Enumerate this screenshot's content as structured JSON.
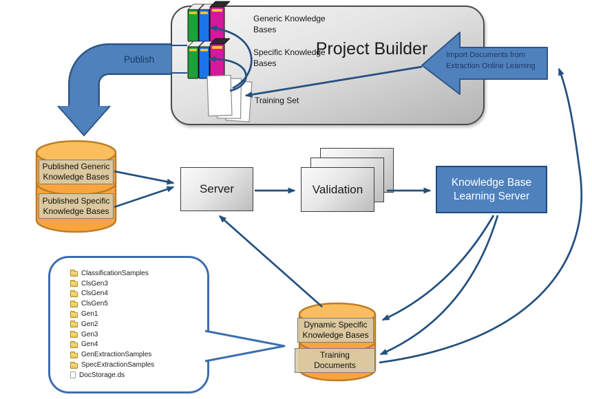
{
  "project_builder": {
    "title": "Project Builder",
    "generic_kb_label": "Generic Knowledge Bases",
    "specific_kb_label": "Specific Knowledge Bases",
    "training_set_label": "Training Set"
  },
  "arrows": {
    "publish": "Publish",
    "import": "Import Documents from Extraction Online Learning"
  },
  "published_db": {
    "generic": "Published Generic Knowledge Bases",
    "specific": "Published Specific Knowledge Bases"
  },
  "pipeline": {
    "server": "Server",
    "validation": "Validation",
    "kb_learning_server": "Knowledge Base Learning Server"
  },
  "dynamic_db": {
    "specific": "Dynamic Specific Knowledge Bases",
    "training": "Training Documents"
  },
  "file_browser": {
    "items": [
      {
        "label": "ClassificationSamples",
        "icon": "folder-icon"
      },
      {
        "label": "ClsGen3",
        "icon": "folder-icon"
      },
      {
        "label": "ClsGen4",
        "icon": "folder-icon"
      },
      {
        "label": "ClsGen5",
        "icon": "folder-icon"
      },
      {
        "label": "Gen1",
        "icon": "folder-icon"
      },
      {
        "label": "Gen2",
        "icon": "folder-icon"
      },
      {
        "label": "Gen3",
        "icon": "folder-icon"
      },
      {
        "label": "Gen4",
        "icon": "folder-icon"
      },
      {
        "label": "GenExtractionSamples",
        "icon": "folder-icon"
      },
      {
        "label": "SpecExtractionSamples",
        "icon": "folder-icon"
      },
      {
        "label": "DocStorage.ds",
        "icon": "file-icon"
      }
    ]
  },
  "colors": {
    "arrow_fill": "#4F81BD",
    "connector": "#24507E",
    "cylinder_body": "#F9A53E",
    "cylinder_top": "#FBBE5F",
    "cylinder_border": "#BE7D26",
    "kb_box_fill": "#4F81BD",
    "kb_box_border": "#1F497D",
    "label_fill": "#D8CCA8",
    "bubble_border": "#3C6EB0"
  }
}
